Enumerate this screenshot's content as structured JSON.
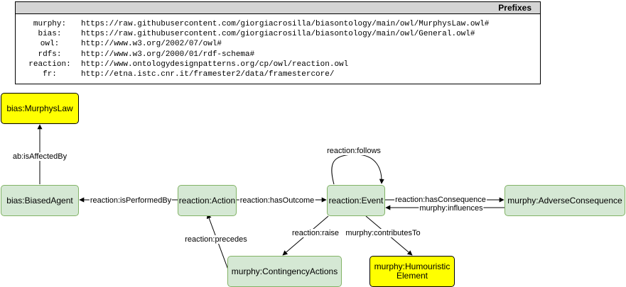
{
  "prefixes": {
    "title": "Prefixes",
    "rows": [
      {
        "prefix": "murphy:",
        "uri": "https://raw.githubusercontent.com/giorgiacrosilla/biasontology/main/owl/MurphysLaw.owl#"
      },
      {
        "prefix": "bias:",
        "uri": "https://raw.githubusercontent.com/giorgiacrosilla/biasontology/main/owl/General.owl#"
      },
      {
        "prefix": "owl:",
        "uri": "http://www.w3.org/2002/07/owl#"
      },
      {
        "prefix": "rdfs:",
        "uri": "http://www.w3.org/2000/01/rdf-schema#"
      },
      {
        "prefix": "reaction:",
        "uri": "http://www.ontologydesignpatterns.org/cp/owl/reaction.owl"
      },
      {
        "prefix": "fr:",
        "uri": "http://etna.istc.cnr.it/framester2/data/framestercore/"
      }
    ]
  },
  "nodes": {
    "murphys_law": "bias:MurphysLaw",
    "biased_agent": "bias:BiasedAgent",
    "action": "reaction:Action",
    "event": "reaction:Event",
    "adverse_consequence": "murphy:AdverseConsequence",
    "contingency_actions": "murphy:ContingencyActions",
    "humouristic_element": "murphy:Humouristic Element"
  },
  "edges": {
    "is_affected_by": "ab:isAffectedBy",
    "is_performed_by": "reaction:isPerformedBy",
    "has_outcome": "reaction:hasOutcome",
    "follows": "reaction:follows",
    "has_consequence": "reaction:hasConsequence",
    "influences": "murphy:influences",
    "raise": "reaction:raise",
    "contributes_to": "murphy:contributesTo",
    "precedes": "reaction:precedes"
  },
  "colors": {
    "green_fill": "#d5e8d4",
    "green_stroke": "#82b366",
    "yellow_fill": "#ffff00",
    "header_fill": "#d4d4d4"
  }
}
